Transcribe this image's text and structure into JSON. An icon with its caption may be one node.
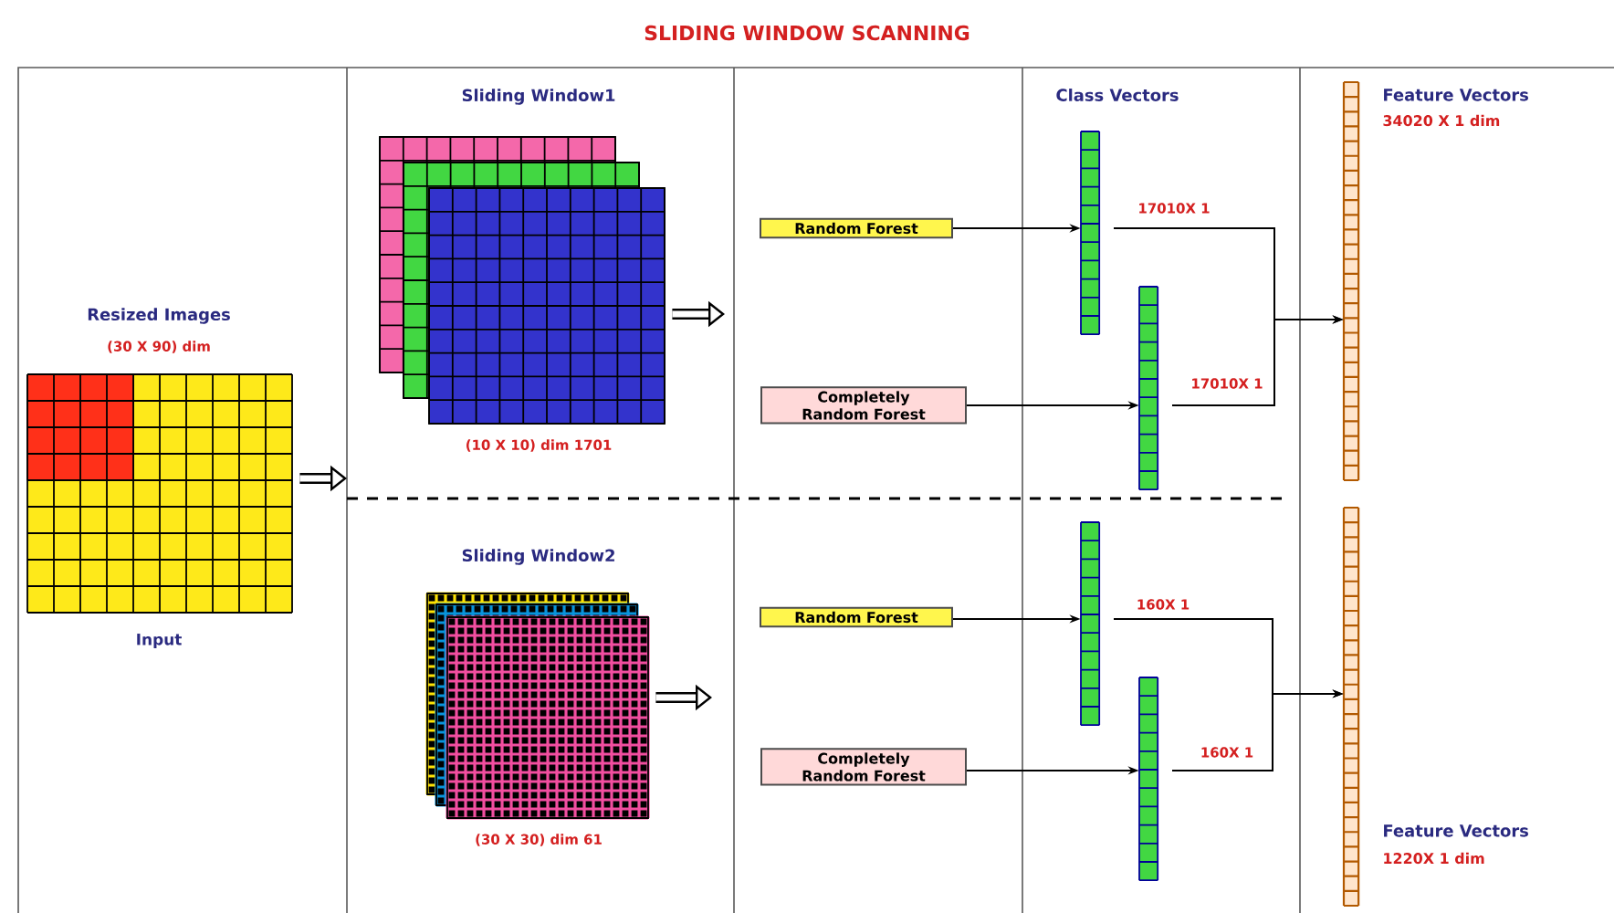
{
  "diagram": {
    "title": "SLIDING WINDOW SCANNING",
    "nodes": [
      {
        "text": [
          "Resized Images",
          "(30 X 90) dim",
          "Input"
        ]
      },
      {
        "text": [
          "Sliding Window1",
          "(10 X 10) dim 1701"
        ]
      },
      {
        "text": [
          "Sliding Window2",
          "(30 X 30) dim 61"
        ]
      },
      {
        "text": [
          "Random Forest"
        ]
      },
      {
        "text": [
          "Completely Random Forest"
        ]
      },
      {
        "text": [
          "Random Forest"
        ]
      },
      {
        "text": [
          "Completely Random Forest"
        ]
      },
      {
        "text": [],
        "shape": "bar"
      },
      {
        "text": [],
        "shape": "bar"
      },
      {
        "text": [],
        "shape": "bar"
      },
      {
        "text": [],
        "shape": "bar"
      },
      {
        "text": [
          "Feature Vectors",
          "34020 X 1 dim"
        ]
      },
      {
        "text": [
          "Feature Vectors",
          "1220X 1 dim"
        ]
      }
    ],
    "edges": [
      {
        "from": 0,
        "to": null,
        "arrow": "to",
        "style": "thick"
      },
      {
        "from": 1,
        "to": null,
        "arrow": "to",
        "style": "thick"
      },
      {
        "from": 2,
        "to": null,
        "arrow": "to",
        "style": "thick"
      },
      {
        "from": 3,
        "to": 7,
        "arrow": "to"
      },
      {
        "from": 4,
        "to": 8,
        "arrow": "to"
      },
      {
        "from": 5,
        "to": 9,
        "arrow": "to"
      },
      {
        "from": 6,
        "to": 10,
        "arrow": "to"
      },
      {
        "from": 7,
        "to": 11,
        "arrow": "to",
        "label": "17010X 1"
      },
      {
        "from": 8,
        "to": 11,
        "arrow": "to",
        "label": "17010X 1"
      },
      {
        "from": 9,
        "to": 12,
        "arrow": "to",
        "label": "160X 1"
      },
      {
        "from": 10,
        "to": 12,
        "arrow": "to",
        "label": "160X 1"
      }
    ],
    "labels": [
      "Class Vectors"
    ]
  }
}
